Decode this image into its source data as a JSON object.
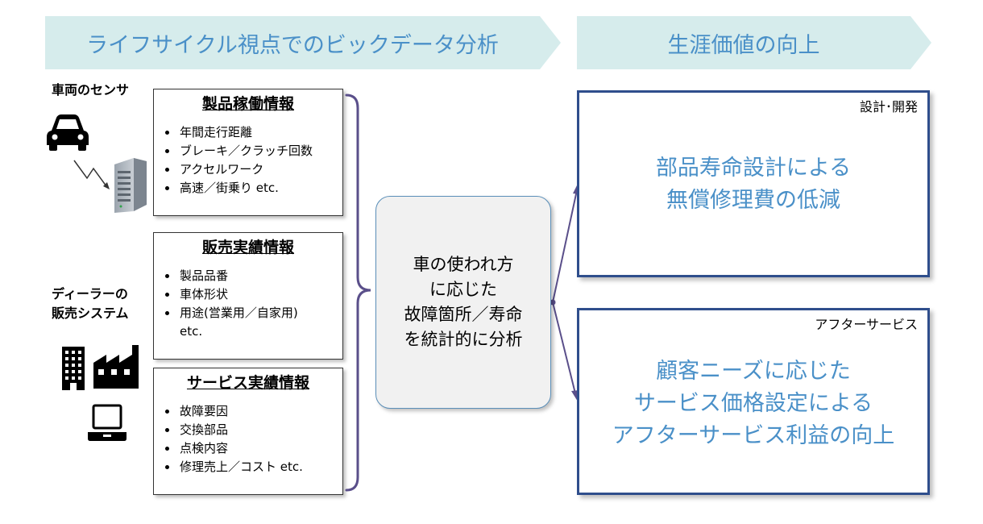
{
  "header": {
    "left_title": "ライフサイクル視点でのビックデータ分析",
    "right_title": "生涯価値の向上",
    "bg_color": "#d6ecec"
  },
  "sources": {
    "vehicle_sensor": "車両のセンサ",
    "dealer_line1": "ディーラーの",
    "dealer_line2": "販売システム",
    "icons": [
      "car-icon",
      "signal-icon",
      "server-icon",
      "building-icon",
      "factory-icon",
      "laptop-icon"
    ]
  },
  "info_boxes": [
    {
      "title": "製品稼働情報",
      "items": [
        "年間走行距離",
        "ブレーキ／クラッチ回数",
        "アクセルワーク",
        "高速／街乗り etc."
      ]
    },
    {
      "title": "販売実績情報",
      "items": [
        "製品品番",
        "車体形状",
        "用途(営業用／自家用)",
        "etc."
      ]
    },
    {
      "title": "サービス実績情報",
      "items": [
        "故障要因",
        "交換部品",
        "点検内容",
        "修理売上／コスト etc."
      ]
    }
  ],
  "center": {
    "lines": [
      "車の使われ方",
      "に応じた",
      "故障箇所／寿命",
      "を統計的に分析"
    ]
  },
  "results": [
    {
      "tag": "設計･開発",
      "lines": [
        "部品寿命設計による",
        "無償修理費の低減"
      ]
    },
    {
      "tag": "アフターサービス",
      "lines": [
        "顧客ニーズに応じた",
        "サービス価格設定による",
        "アフターサービス利益の向上"
      ]
    }
  ],
  "colors": {
    "accent_text": "#4a90c8",
    "result_border": "#2f4e8c",
    "connector": "#5a4f8a"
  }
}
